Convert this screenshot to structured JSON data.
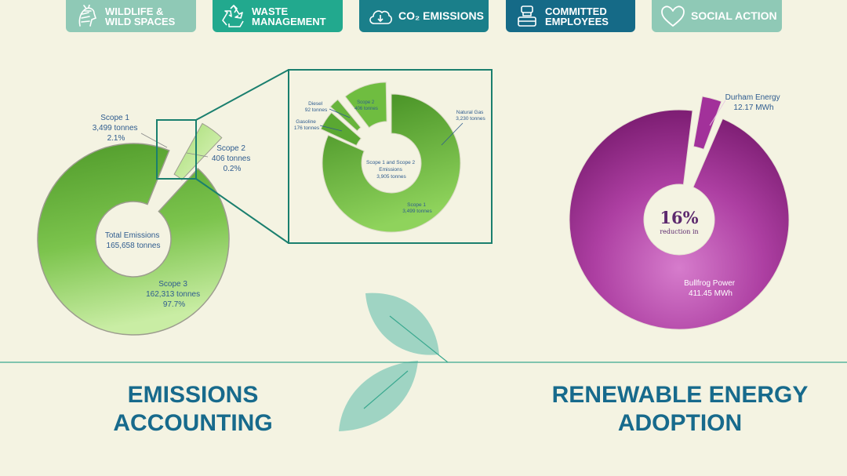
{
  "tabs": [
    {
      "id": "tab1",
      "line1": "Wildlife &",
      "line2": "Wild Spaces",
      "icon": "zebra-icon",
      "color": "#8fc9b6"
    },
    {
      "id": "tab2",
      "line1": "Waste",
      "line2": "Management",
      "icon": "recycle-icon",
      "color": "#22a98e"
    },
    {
      "id": "tab3",
      "line1": "CO₂ Emissions",
      "line2": "",
      "icon": "cloud-co2-icon",
      "color": "#1a7f8a"
    },
    {
      "id": "tab4",
      "line1": "Committed",
      "line2": "Employees",
      "icon": "employee-icon",
      "color": "#156a87"
    },
    {
      "id": "tab5",
      "line1": "Social Action",
      "line2": "",
      "icon": "heart-icon",
      "color": "#8fc9b6"
    }
  ],
  "colors": {
    "background": "#f4f3e2",
    "title_blue": "#176a8c",
    "teal_line": "#3aa88f",
    "leaf": "#9fd4c3",
    "green_dark": "#3f8a1f",
    "green_light": "#9bd86a",
    "magenta": "#9a2a8e",
    "magenta_light": "#c560b8"
  },
  "sections": {
    "left_title": [
      "EMISSIONS",
      "ACCOUNTING"
    ],
    "right_title": [
      "RENEWABLE ENERGY",
      "ADOPTION"
    ]
  },
  "chart_data": [
    {
      "type": "pie",
      "variant": "donut",
      "center_label": [
        "Total Emissions",
        "165,658 tonnes"
      ],
      "slices": [
        {
          "name": "Scope 1",
          "amount": "3,499 tonnes",
          "percent": "2.1%",
          "value": 3499
        },
        {
          "name": "Scope 2",
          "amount": "406 tonnes",
          "percent": "0.2%",
          "value": 406
        },
        {
          "name": "Scope 3",
          "amount": "162,313 tonnes",
          "percent": "97.7%",
          "value": 162313
        }
      ]
    },
    {
      "type": "pie",
      "variant": "donut-zoom",
      "center_label": [
        "Scope 1 and Scope 2",
        "Emissions",
        "3,905 tonnes"
      ],
      "slices": [
        {
          "name": "Natural Gas",
          "amount": "3,230 tonnes",
          "value": 3230
        },
        {
          "name": "Scope 1",
          "amount": "3,499 tonnes",
          "value": 3499
        },
        {
          "name": "Gasoline",
          "amount": "176 tonnes",
          "value": 176
        },
        {
          "name": "Diesel",
          "amount": "92 tonnes",
          "value": 92
        },
        {
          "name": "Scope 2",
          "amount": "406 tonnes",
          "value": 406
        }
      ]
    },
    {
      "type": "pie",
      "variant": "donut",
      "center_value": "16%",
      "center_label": "reduction in",
      "slices": [
        {
          "name": "Bullfrog Power",
          "amount": "411.45 MWh",
          "value": 411.45
        },
        {
          "name": "Durham Energy",
          "amount": "12.17 MWh",
          "value": 12.17
        }
      ]
    }
  ]
}
